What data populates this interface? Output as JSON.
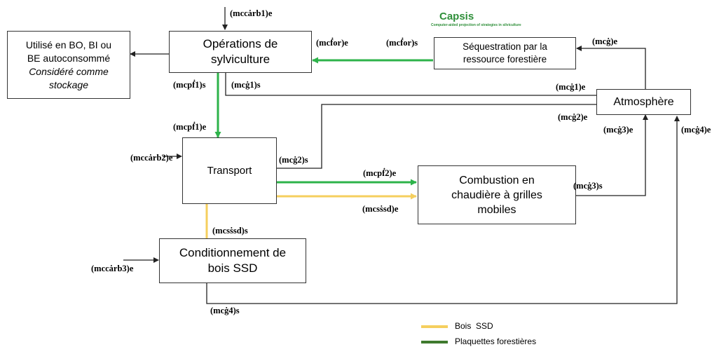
{
  "boxes": {
    "utilise": {
      "line1": "Utilisé en BO, BI ou",
      "line2": "BE autoconsommé",
      "line3": "Considéré comme",
      "line4": "stockage"
    },
    "operations": {
      "line1": "Opérations de",
      "line2": "sylviculture"
    },
    "sequestration": {
      "line1": "Séquestration par la",
      "line2": "ressource forestière"
    },
    "atmosphere": {
      "label": "Atmosphère"
    },
    "transport": {
      "label": "Transport"
    },
    "combustion": {
      "line1": "Combustion en",
      "line2": "chaudière à grilles",
      "line3": "mobiles"
    },
    "conditionnement": {
      "line1": "Conditionnement de",
      "line2": "bois SSD"
    }
  },
  "logo": {
    "title": "Capsis",
    "subtitle": "Computer-aided projection of strategies in silviculture"
  },
  "labels": {
    "mccarb1e": "(mccȧrb1)e",
    "mcfor_e": "(mcḟor)e",
    "mcfor_s": "(mcḟor)s",
    "mcg_e": "(mcġ)e",
    "mcpf1s": "(mcpḟ1)s",
    "mcg1s": "(mcġ1)s",
    "mcg1e": "(mcġ1)e",
    "mcg2e": "(mcġ2)e",
    "mcpf1e": "(mcpḟ1)e",
    "mcg3e": "(mcġ3)e",
    "mcg4e": "(mcġ4)e",
    "mccarb2e": "(mccȧrb2)e",
    "mcg2s": "(mcġ2)s",
    "mcpf2e": "(mcpḟ2)e",
    "mcssde": "(mcsṡsd)e",
    "mcg3s": "(mcġ3)s",
    "mcssds": "(mcsṡsd)s",
    "mccarb3e": "(mccȧrb3)e",
    "mcg4s": "(mcġ4)s"
  },
  "legend": [
    {
      "label": "Bois  SSD",
      "color": "#f5cf5e"
    },
    {
      "label": "Plaquettes forestières",
      "color": "#3f7a2e"
    }
  ],
  "colors": {
    "green_flow": "#2db34a",
    "yellow_flow": "#f5cf5e",
    "black_flow": "#222222"
  }
}
